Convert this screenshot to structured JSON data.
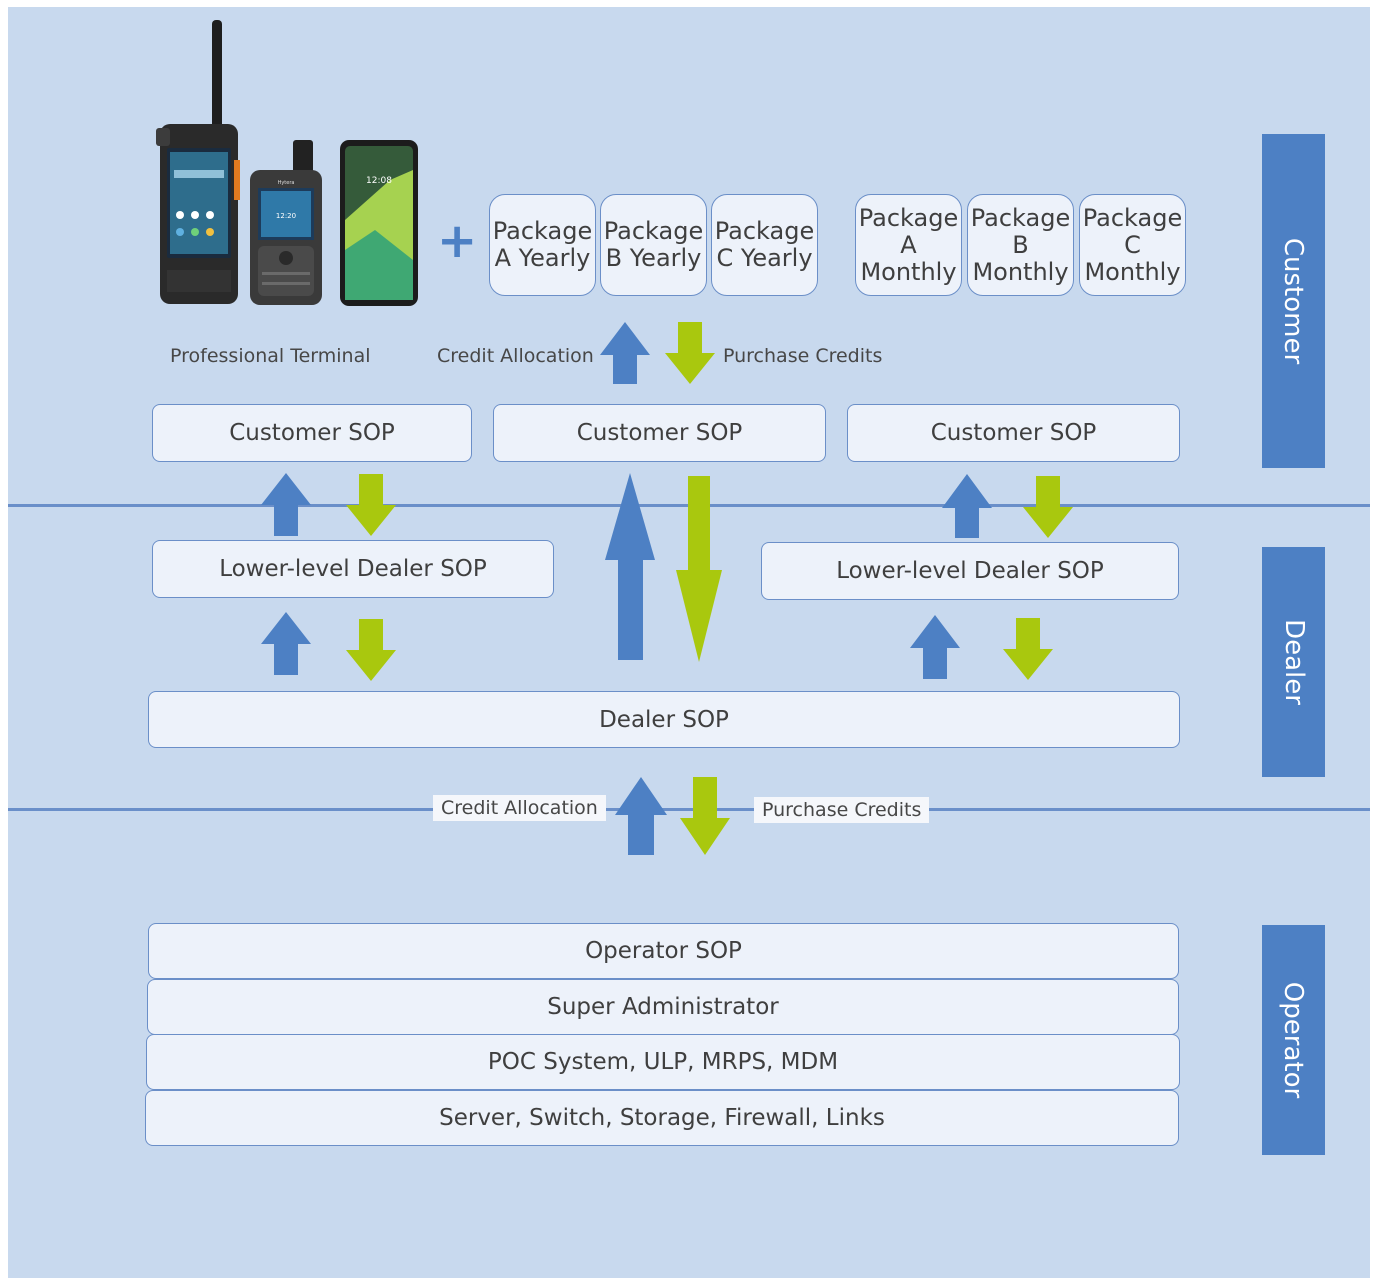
{
  "tiers": {
    "customer": "Customer",
    "dealer": "Dealer",
    "operator": "Operator"
  },
  "packages": {
    "a_yearly": "Package A Yearly",
    "b_yearly": "Package B Yearly",
    "c_yearly": "Package C Yearly",
    "a_monthly": "Package A Monthly",
    "b_monthly": "Package B Monthly",
    "c_monthly": "Package C Monthly"
  },
  "plus_sign": "+",
  "labels": {
    "professional_terminal": "Professional Terminal",
    "credit_allocation": "Credit Allocation",
    "purchase_credits": "Purchase Credits"
  },
  "customer_sops": [
    "Customer SOP",
    "Customer SOP",
    "Customer SOP"
  ],
  "lower_dealer_sops": [
    "Lower-level Dealer SOP",
    "Lower-level Dealer SOP"
  ],
  "dealer_sop": "Dealer SOP",
  "operator_stack": [
    "Operator SOP",
    "Super Administrator",
    "POC System, ULP, MRPS, MDM",
    "Server, Switch, Storage, Firewall, Links"
  ],
  "terminal_screens": {
    "phone_time": "12:08",
    "radio_time": "12:20",
    "brand": "Hytera"
  },
  "colors": {
    "background": "#c8d9ee",
    "tier_bar": "#4d80c4",
    "up_arrow": "#4d80c4",
    "down_arrow": "#a9c80e",
    "separator": "#6a8fc9",
    "box_fill": "#edf2fa"
  }
}
